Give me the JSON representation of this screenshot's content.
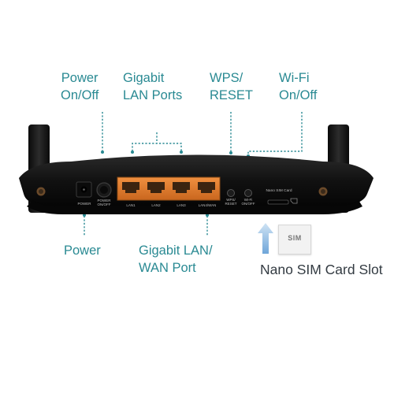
{
  "callouts": {
    "power_onoff": {
      "line1": "Power",
      "line2": "On/Off"
    },
    "gigabit_lan": {
      "line1": "Gigabit",
      "line2": "LAN Ports"
    },
    "wps_reset": {
      "line1": "WPS/",
      "line2": "RESET"
    },
    "wifi_onoff": {
      "line1": "Wi-Fi",
      "line2": "On/Off"
    },
    "power": "Power",
    "gigabit_lan_wan": {
      "line1": "Gigabit LAN/",
      "line2": "WAN Port"
    },
    "sim_slot": "Nano SIM Card Slot"
  },
  "panel_labels": {
    "power": "POWER",
    "power_onoff": "POWER\nON/OFF",
    "lan1": "LAN1",
    "lan2": "LAN2",
    "lan3": "LAN3",
    "lan4_wan": "LAN4/WAN",
    "wps_reset": "WPS/\nRESET",
    "wifi_onoff": "Wi-Fi\nON/OFF",
    "nano_sim": "Nano SIM Card"
  },
  "sim_card_label": "SIM",
  "colors": {
    "accent_teal": "#2a8a93",
    "port_orange": "#e07a2a",
    "router_body": "#141414",
    "arrow_blue": "#7fb2df"
  }
}
